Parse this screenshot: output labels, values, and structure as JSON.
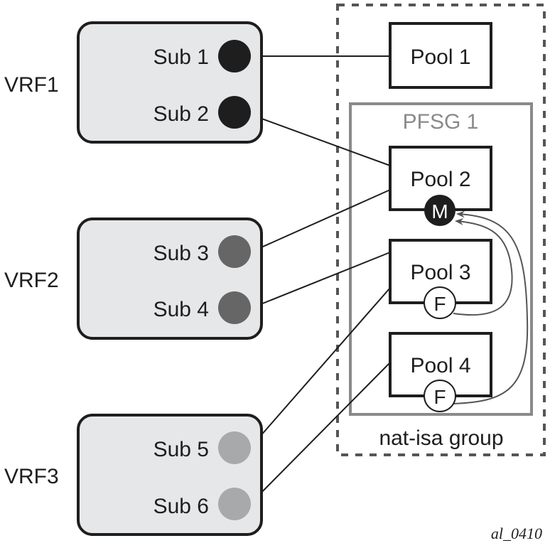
{
  "diagram": {
    "vrfs": [
      {
        "label": "VRF1",
        "subs": [
          {
            "label": "Sub 1",
            "color": "#1e1e1e"
          },
          {
            "label": "Sub 2",
            "color": "#1e1e1e"
          }
        ]
      },
      {
        "label": "VRF2",
        "subs": [
          {
            "label": "Sub 3",
            "color": "#666666"
          },
          {
            "label": "Sub 4",
            "color": "#666666"
          }
        ]
      },
      {
        "label": "VRF3",
        "subs": [
          {
            "label": "Sub 5",
            "color": "#a8a9ab"
          },
          {
            "label": "Sub 6",
            "color": "#a8a9ab"
          }
        ]
      }
    ],
    "pools": [
      {
        "label": "Pool 1",
        "badge": null
      },
      {
        "label": "Pool 2",
        "badge": "M"
      },
      {
        "label": "Pool 3",
        "badge": "F"
      },
      {
        "label": "Pool 4",
        "badge": "F"
      }
    ],
    "pfsg_label": "PFSG 1",
    "group_label": "nat-isa group",
    "figure_id": "al_0410",
    "connections": [
      {
        "from": "Sub 1",
        "to": "Pool 1"
      },
      {
        "from": "Sub 2",
        "to": "Pool 2"
      },
      {
        "from": "Sub 3",
        "to": "Pool 2"
      },
      {
        "from": "Sub 4",
        "to": "Pool 3"
      },
      {
        "from": "Sub 5",
        "to": "Pool 3"
      },
      {
        "from": "Sub 6",
        "to": "Pool 4"
      }
    ],
    "failover_arrows": [
      {
        "from": "Pool 3 F",
        "to": "Pool 2 M"
      },
      {
        "from": "Pool 4 F",
        "to": "Pool 2 M"
      }
    ],
    "colors": {
      "vrf_fill": "#e6e7e8",
      "stroke": "#1e1e1e",
      "pfsg_stroke": "#8a8a8a",
      "arrow": "#555555"
    }
  }
}
